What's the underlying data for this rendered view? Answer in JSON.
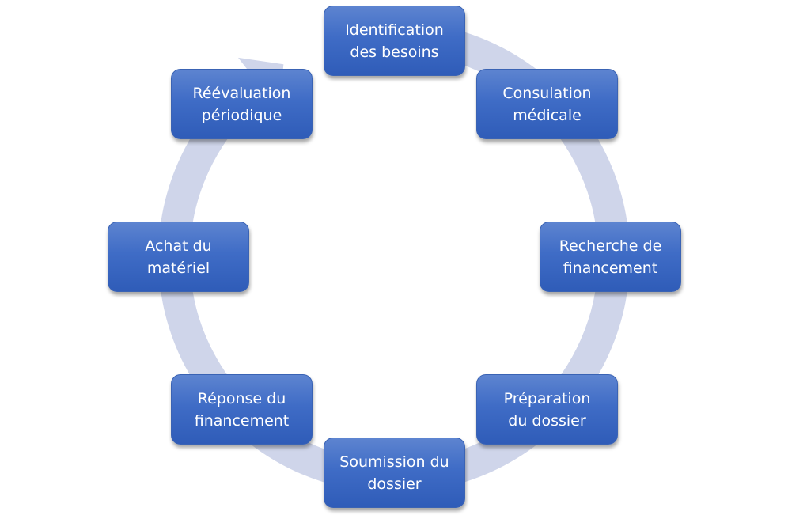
{
  "diagram": {
    "type": "cycle",
    "direction": "clockwise",
    "colors": {
      "box": "#4472c4",
      "box_text": "#ffffff",
      "ring": "#cfd5ea",
      "background": "#ffffff"
    },
    "steps": [
      {
        "id": "identification",
        "label": "Identification\ndes besoins"
      },
      {
        "id": "consultation",
        "label": "Consulation\nmédicale"
      },
      {
        "id": "recherche",
        "label": "Recherche de\nfinancement"
      },
      {
        "id": "preparation",
        "label": "Préparation\ndu dossier"
      },
      {
        "id": "soumission",
        "label": "Soumission du\ndossier"
      },
      {
        "id": "reponse",
        "label": "Réponse du\nfinancement"
      },
      {
        "id": "achat",
        "label": "Achat du\nmatériel"
      },
      {
        "id": "reevaluation",
        "label": "Réévaluation\npériodique"
      }
    ]
  }
}
